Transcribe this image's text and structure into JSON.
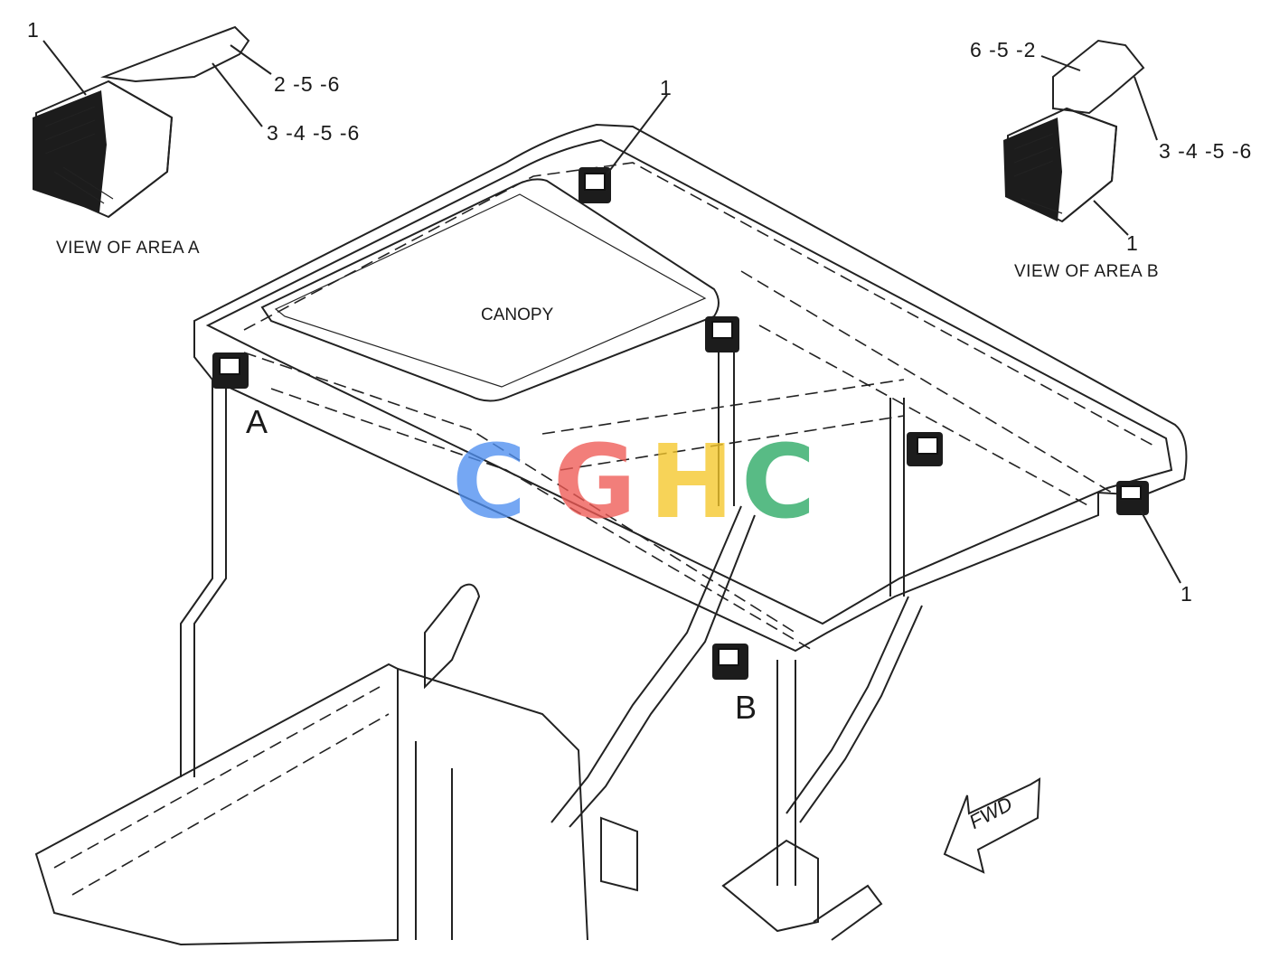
{
  "labels": {
    "callout_a_1": "1",
    "callout_a_2": "2 -5 -6",
    "callout_a_3": "3 -4 -5 -6",
    "view_a": "VIEW OF AREA  A",
    "callout_b_top": "6 -5 -2",
    "callout_b_mid": "3 -4 -5 -6",
    "callout_b_1": "1",
    "view_b": "VIEW OF AREA  B",
    "callout_top": "1",
    "callout_right": "1",
    "canopy": "CANOPY",
    "area_a": "A",
    "area_b": "B",
    "fwd": "FWD"
  },
  "watermark": {
    "letters": [
      "C",
      "G",
      "H",
      "C"
    ],
    "colors": [
      "#4f8ff0",
      "#ef5a55",
      "#f5c72a",
      "#2aa864"
    ]
  }
}
